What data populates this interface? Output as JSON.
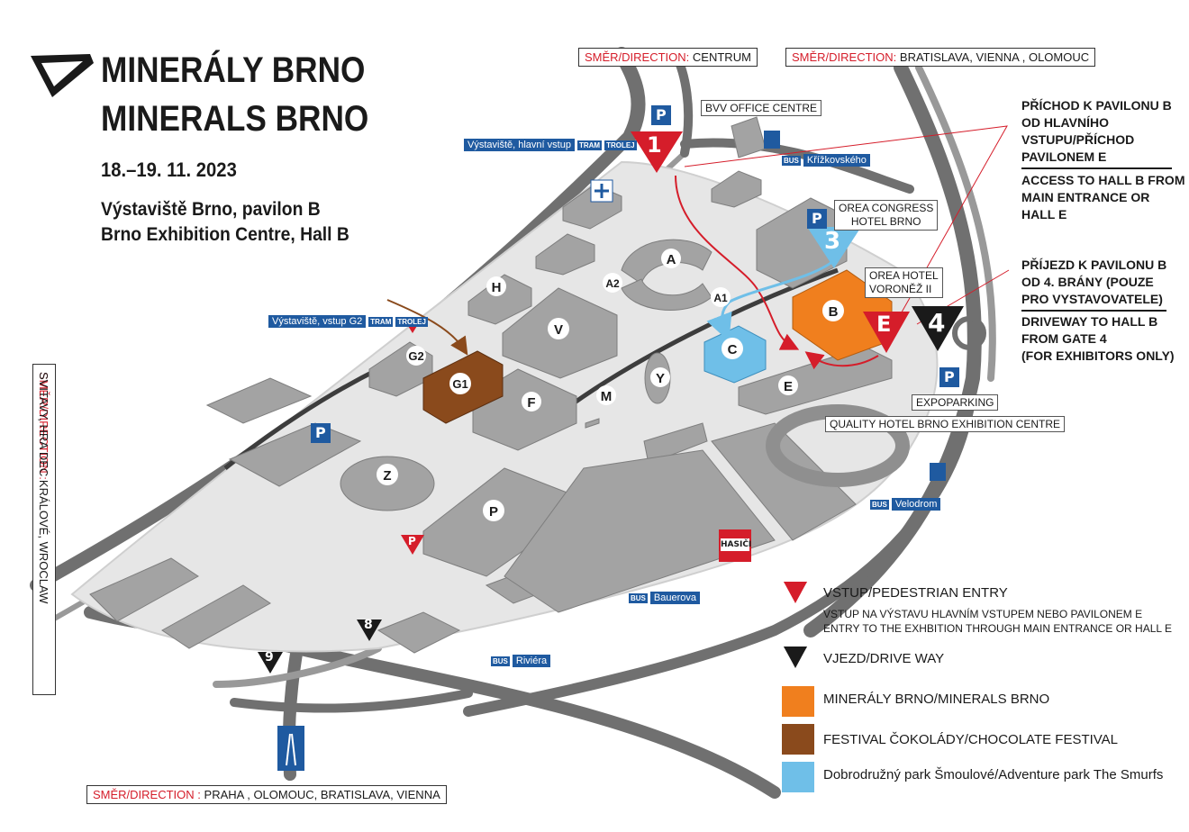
{
  "header": {
    "title_cz": "MINERÁLY BRNO",
    "title_en": "MINERALS BRNO",
    "dates": "18.–19. 11. 2023",
    "venue_cz": "Výstaviště Brno, pavilon B",
    "venue_en": "Brno Exhibition Centre, Hall B"
  },
  "directions": {
    "prefix": "SMĚR/DIRECTION:",
    "prefix_spaced": "SMĚR/DIRECTION :",
    "centrum": "CENTRUM",
    "east": "BRATISLAVA, VIENNA , OLOMOUC",
    "south": "PRAHA , OLOMOUC, BRATISLAVA, VIENNA",
    "west": "SVITAVY, HRA DEC KRÁLOVÉ, WROCLAW"
  },
  "place_labels": {
    "bvv": "BVV OFFICE CENTRE",
    "orea_congress_1": "OREA CONGRESS",
    "orea_congress_2": "HOTEL BRNO",
    "orea_voronez_1": "OREA HOTEL",
    "orea_voronez_2": "VORONĚŽ II",
    "expoparking": "EXPOPARKING",
    "quality": "QUALITY HOTEL BRNO EXHIBITION CENTRE",
    "hasici": "HASIČI"
  },
  "stops": {
    "main": "Výstaviště, hlavní vstup",
    "g2": "Výstaviště, vstup G2",
    "krizkovskeho": "Křížkovského",
    "velodrom": "Velodrom",
    "bauerova": "Bauerova",
    "riviera": "Riviéra",
    "tram": "TRAM",
    "trolej": "TROLEJ",
    "bus": "BUS"
  },
  "halls": [
    "A",
    "A2",
    "A1",
    "B",
    "C",
    "E",
    "F",
    "G1",
    "G2",
    "H",
    "M",
    "P",
    "V",
    "Y",
    "Z"
  ],
  "entries": {
    "gate1": "1",
    "gate3": "3",
    "gateE": "E",
    "gate4": "4",
    "gate8": "8",
    "gate9": "9",
    "g2": "G2",
    "p_gate": "P",
    "parking": "P"
  },
  "notes": {
    "access_cz": [
      "PŘÍCHOD K PAVILONU B",
      "OD HLAVNÍHO",
      "VSTUPU/PŘÍCHOD",
      "PAVILONEM E"
    ],
    "access_en": [
      "ACCESS TO HALL B FROM",
      "MAIN ENTRANCE OR",
      "HALL E"
    ],
    "drive_cz": [
      "PŘÍJEZD K PAVILONU B",
      "OD 4. BRÁNY (POUZE",
      "PRO VYSTAVOVATELE)"
    ],
    "drive_en": [
      "DRIVEWAY TO HALL B",
      "FROM GATE 4",
      "(FOR EXHIBITORS ONLY)"
    ]
  },
  "legend": {
    "pedestrian": "VSTUP/PEDESTRIAN ENTRY",
    "pedestrian_note_1": "VSTUP NA VÝSTAVU HLAVNÍM VSTUPEM NEBO PAVILONEM E",
    "pedestrian_note_2": "ENTRY TO THE EXHBITION THROUGH MAIN ENTRANCE OR HALL E",
    "drive": "VJEZD/DRIVE WAY",
    "minerals": "MINERÁLY BRNO/MINERALS BRNO",
    "chocolate": "FESTIVAL ČOKOLÁDY/CHOCOLATE FESTIVAL",
    "smurfs": "Dobrodružný park Šmoulové/Adventure park The Smurfs"
  },
  "colors": {
    "minerals": "#f07f1e",
    "chocolate": "#8a4a1c",
    "smurfs": "#6fbfe8",
    "red": "#d51d2a",
    "blue": "#1f5aa0",
    "road": "#6b6b6b",
    "ground": "#e3e3e3",
    "building": "#9d9d9d"
  }
}
